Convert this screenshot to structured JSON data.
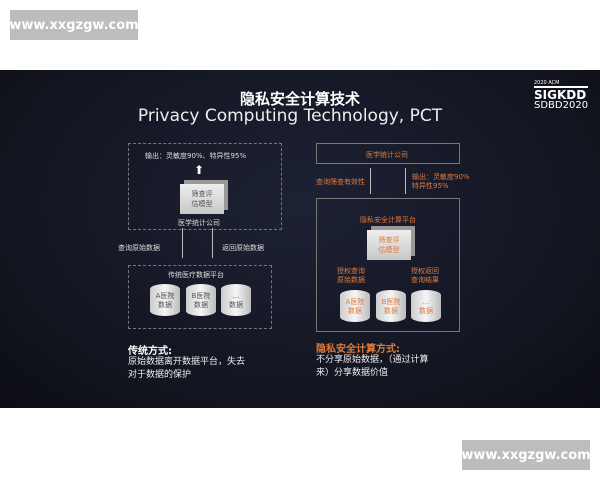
{
  "watermark": "www.xxgzgw.com",
  "logo": {
    "top": "2020 ACM",
    "name": "SIGKDD",
    "sub": "SDBD2020"
  },
  "title": "隐私安全计算技术",
  "subtitle": "Privacy Computing Technology, PCT",
  "left": {
    "output": "输出：灵敏度90%、特异性95%",
    "model": [
      "筛查评",
      "估模型"
    ],
    "company": "医学统计公司",
    "query": "查询原始数据",
    "return": "返回原始数据",
    "platform": "传统医疗数据平台",
    "dbs": [
      [
        "A医院",
        "数据"
      ],
      [
        "B医院",
        "数据"
      ],
      [
        "...",
        "数据"
      ]
    ],
    "heading": "传统方式:",
    "desc": [
      "原始数据离开数据平台，失去",
      "对于数据的保护"
    ]
  },
  "right": {
    "company": "医学统计公司",
    "query": "查询筛查有效性",
    "output": [
      "输出：灵敏度90%",
      "特异性95%"
    ],
    "platform": "隐私安全计算平台",
    "model": [
      "筛查评",
      "估模型"
    ],
    "auth_query": [
      "授权查询",
      "原始数据"
    ],
    "auth_return": [
      "授权返回",
      "查询结果"
    ],
    "dbs": [
      [
        "A医院",
        "数据"
      ],
      [
        "B医院",
        "数据"
      ],
      [
        "...",
        "数据"
      ]
    ],
    "heading": "隐私安全计算方式:",
    "desc": [
      "不分享原始数据，（通过计算",
      "来）分享数据价值"
    ]
  },
  "colors": {
    "accent": "#e07a3e",
    "background": "#12141f"
  }
}
